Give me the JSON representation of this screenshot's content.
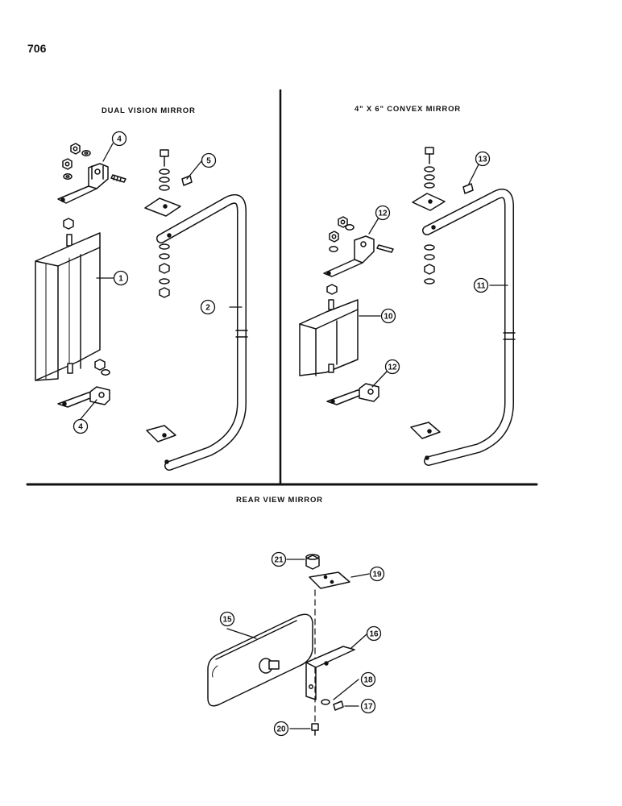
{
  "page_number": "706",
  "sections": {
    "dual": {
      "title": "DUAL VISION MIRROR"
    },
    "convex": {
      "title": "4\" X 6\" CONVEX MIRROR"
    },
    "rear": {
      "title": "REAR VIEW MIRROR"
    }
  },
  "callouts": {
    "c1": "1",
    "c2": "2",
    "c4a": "4",
    "c4b": "4",
    "c5": "5",
    "c10": "10",
    "c11": "11",
    "c12a": "12",
    "c12b": "12",
    "c13": "13",
    "c15": "15",
    "c16": "16",
    "c17": "17",
    "c18": "18",
    "c19": "19",
    "c20": "20",
    "c21": "21"
  },
  "colors": {
    "ink": "#111111",
    "paper": "#ffffff"
  }
}
